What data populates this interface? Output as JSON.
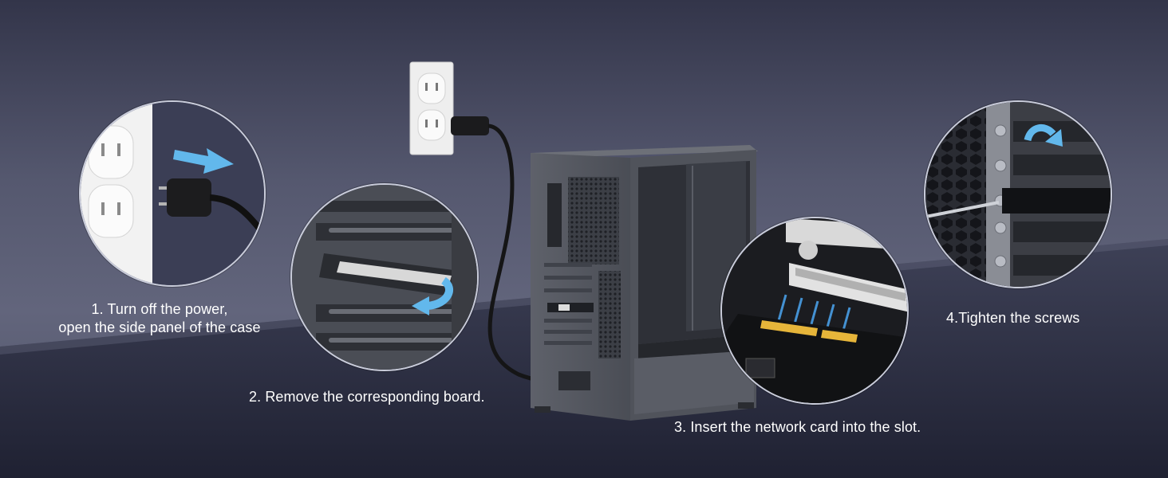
{
  "steps": [
    {
      "lines": [
        "1. Turn off the power,",
        "open the side panel of the case"
      ]
    },
    {
      "lines": [
        "2. Remove the corresponding board."
      ]
    },
    {
      "lines": [
        "3. Insert the network card into the slot."
      ]
    },
    {
      "lines": [
        "4.Tighten the screws"
      ]
    }
  ],
  "colors": {
    "arrow": "#62b8ec",
    "case": "#4f5259",
    "caption": "#ffffff"
  }
}
